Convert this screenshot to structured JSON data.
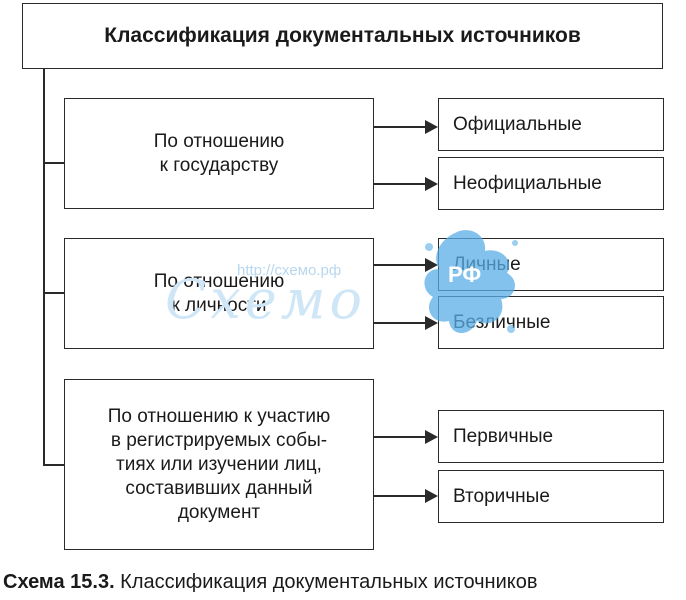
{
  "title": "Классификация документальных источников",
  "categories": [
    {
      "lines": [
        "По отношению",
        "к государству"
      ],
      "types": [
        "Официальные",
        "Неофициальные"
      ]
    },
    {
      "lines": [
        "По отношению",
        "к личности"
      ],
      "types": [
        "Личные",
        "Безличные"
      ]
    },
    {
      "lines": [
        "По отношению к участию",
        "в регистрируемых собы-",
        "тиях или изучении лиц,",
        "составивших данный",
        "документ"
      ],
      "types": [
        "Первичные",
        "Вторичные"
      ]
    }
  ],
  "watermark": {
    "url": "http://схемо.рф",
    "logo": "Схемо",
    "badge": "РФ"
  },
  "caption": {
    "label": "Схема 15.3.",
    "text": " Классификация документальных источников"
  },
  "colors": {
    "line": "#2a2a2a",
    "watermark": "#5aaee6"
  }
}
